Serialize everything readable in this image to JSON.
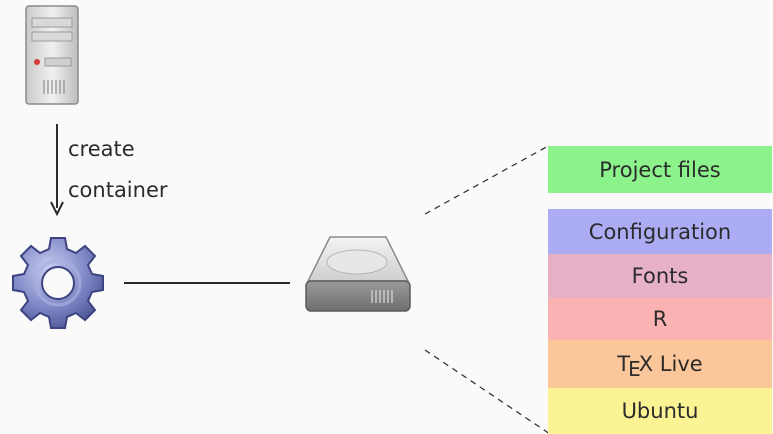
{
  "arrow_label_line1": "create",
  "arrow_label_line2": "container",
  "layers": {
    "project_files": "Project files",
    "configuration": "Configuration",
    "fonts": "Fonts",
    "r": "R",
    "tex_live_t": "T",
    "tex_live_e": "E",
    "tex_live_rest": "X Live",
    "ubuntu": "Ubuntu"
  },
  "colors": {
    "project_files": "#8cf28c",
    "configuration": "#acacf4",
    "fonts": "#e6b0c6",
    "r": "#fbb2b2",
    "tex_live": "#fbc69a",
    "ubuntu": "#fcf494",
    "line": "#2b2b2b",
    "gear": "#6a73b6"
  },
  "icons": [
    "server-icon",
    "gear-icon",
    "hard-drive-icon"
  ]
}
